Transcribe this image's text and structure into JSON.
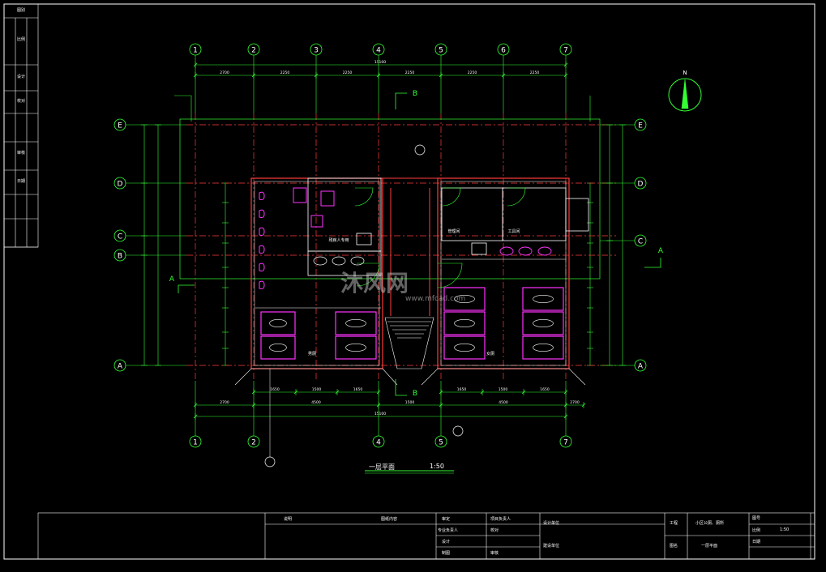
{
  "drawing": {
    "title": "一层平面",
    "scale": "1:50",
    "north": "N",
    "axes_top": [
      "1",
      "2",
      "3",
      "4",
      "5",
      "6",
      "7"
    ],
    "axes_bottom": [
      "1",
      "2",
      "4",
      "5",
      "7"
    ],
    "axes_left": [
      "E",
      "D",
      "C",
      "B",
      "A"
    ],
    "axes_right": [
      "E",
      "D",
      "C",
      "A"
    ],
    "section_marks": {
      "top": "B",
      "bottom": "B",
      "left": "A",
      "right": "A"
    },
    "dims_top": [
      "2700",
      "2250",
      "2250",
      "2250",
      "2250",
      "2250"
    ],
    "overall_dim": "15100",
    "dims_bottom_1": [
      "1650",
      "1500",
      "1650",
      "1650",
      "1500",
      "1650"
    ],
    "dims_bottom_2": [
      "2700",
      "4500",
      "1500",
      "4500",
      "2700"
    ],
    "room_labels": {
      "men": "男厕",
      "women": "女厕",
      "management": "管理间",
      "tool": "工具间",
      "accessible": "残疾人专用"
    },
    "watermark": "沐风网",
    "watermark_url": "www.mfcad.com"
  },
  "colors": {
    "background": "#000000",
    "wall": "#ff3b3b",
    "axis": "#ff3b3b",
    "dimension": "#33ff33",
    "fixture": "#ff33ff",
    "text": "#ffffff",
    "frame": "#ffffff"
  },
  "title_block": {
    "row1": [
      "说明",
      "图纸内容",
      "审定",
      "项目负责人",
      "设计单位",
      "工程",
      "小区公厕、厕所",
      "图号"
    ],
    "row2": [
      "专业负责人",
      "校对",
      "图名",
      "一层平面",
      "比例",
      "1:50"
    ],
    "row3": [
      "设计",
      "建设单位",
      "日期"
    ],
    "row4": [
      "制图",
      "审核"
    ]
  },
  "left_strip": {
    "labels": [
      "图别",
      "比例",
      "设计",
      "校对",
      "审核",
      "日期"
    ]
  }
}
